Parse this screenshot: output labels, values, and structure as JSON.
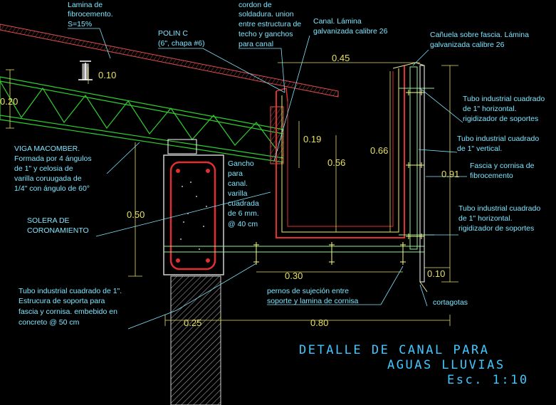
{
  "labels": {
    "lamina": [
      "Lamina de",
      "fibrocemento.",
      "S=15%"
    ],
    "polin": [
      "POLIN C",
      "(6\", chapa #6)"
    ],
    "cordon": [
      "cordon de",
      "soldadura. union",
      "entre estructura de",
      "techo y ganchos",
      "para canal"
    ],
    "canal": [
      "Canal. Lámina",
      "galvanizada calibre 26"
    ],
    "canuela": [
      "Cañuela sobre fascia. Lámina",
      "galvanizada calibre 26"
    ],
    "tubo_horiz_top": [
      "Tubo industrial cuadrado",
      "de 1\" horizontal.",
      "rigidizador de soportes"
    ],
    "tubo_vert": [
      "Tubo industrial cuadrado",
      "de 1\" vertical."
    ],
    "fascia": [
      "Fascia y cornisa de",
      "fibrocemento"
    ],
    "tubo_horiz_bot": [
      "Tubo industrial cuadrado",
      "de 1\" horizontal.",
      "rigidizador de soportes"
    ],
    "viga": [
      "VIGA MACOMBER.",
      "Formada por 4 ángulos",
      "de 1\" y celosia de",
      "varilla coruugada de",
      "1/4\" con ángulo de 60°"
    ],
    "gancho": [
      "Gancho",
      "para",
      "canal.",
      "varilla",
      "cuadrada",
      "de 6 mm.",
      "@ 40 cm"
    ],
    "solera": [
      "SOLERA DE",
      "CORONAMIENTO"
    ],
    "tubo_ind": [
      "Tubo industrial cuadrado de 1\".",
      "Estrucura de soporta para",
      "fascia y cornisa. embebido en",
      "concreto @ 50 cm"
    ],
    "pernos": [
      "pernos de sujeción entre",
      "soporte y lamina de cornisa"
    ],
    "cortagotas": "cortagotas"
  },
  "dims": {
    "d010_top": "0.10",
    "d020": "0.20",
    "d045": "0.45",
    "d019": "0.19",
    "d066": "0.66",
    "d056": "0.56",
    "d091": "0.91",
    "d050": "0.50",
    "d030": "0.30",
    "d010_bot": "0.10",
    "d025": "0.25",
    "d080": "0.80"
  },
  "title": {
    "line1": "DETALLE DE CANAL PARA",
    "line2": "AGUAS LLUVIAS",
    "line3": "Esc. 1:10"
  },
  "colors": {
    "background": "#000000",
    "annotation_text": "#7fe6ff",
    "dimension_text": "#e8e060",
    "title_text": "#3fc8ff",
    "roof_sheet": "#e05050",
    "truss": "#30d030",
    "gutter": "#e03030",
    "gutter_inner": "#f0f060"
  }
}
